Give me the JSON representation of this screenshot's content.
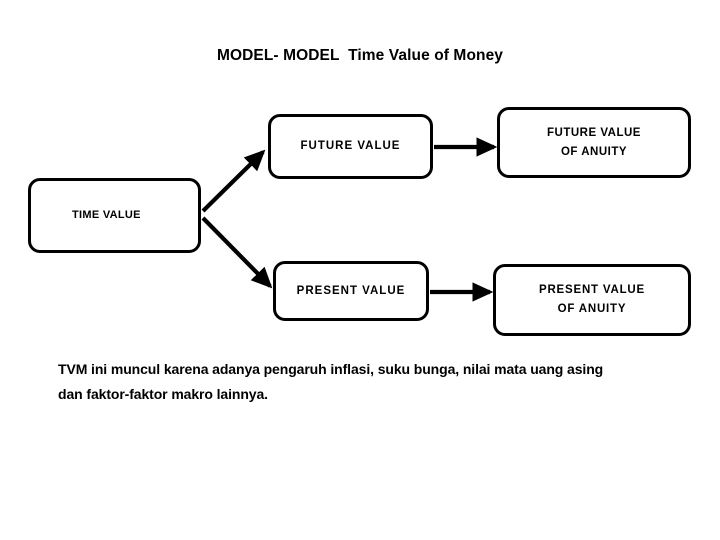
{
  "slide": {
    "title": "MODEL- MODEL  Time Value of Money",
    "background_color": "#FFFFFF",
    "line_color": "#000000",
    "text_color": "#000000"
  },
  "diagram": {
    "type": "flowchart",
    "nodes": [
      {
        "id": "time-value",
        "label": "TIME VALUE"
      },
      {
        "id": "future-value",
        "label": "FUTURE  VALUE"
      },
      {
        "id": "present-value",
        "label": "PRESENT  VALUE"
      },
      {
        "id": "future-value-anuity",
        "label": "FUTURE VALUE\nOF  ANUITY"
      },
      {
        "id": "present-value-anuity",
        "label": "PRESENT  VALUE\nOF ANUITY"
      }
    ],
    "edges": [
      {
        "from": "time-value",
        "to": "future-value",
        "style": "diagonal-up-arrow"
      },
      {
        "from": "time-value",
        "to": "present-value",
        "style": "diagonal-down-arrow"
      },
      {
        "from": "future-value",
        "to": "future-value-anuity",
        "style": "horizontal-arrow"
      },
      {
        "from": "present-value",
        "to": "present-value-anuity",
        "style": "horizontal-arrow"
      }
    ]
  },
  "caption": {
    "text": "TVM ini muncul karena  adanya pengaruh inflasi, suku bunga, nilai mata uang asing\ndan faktor-faktor makro lainnya."
  }
}
